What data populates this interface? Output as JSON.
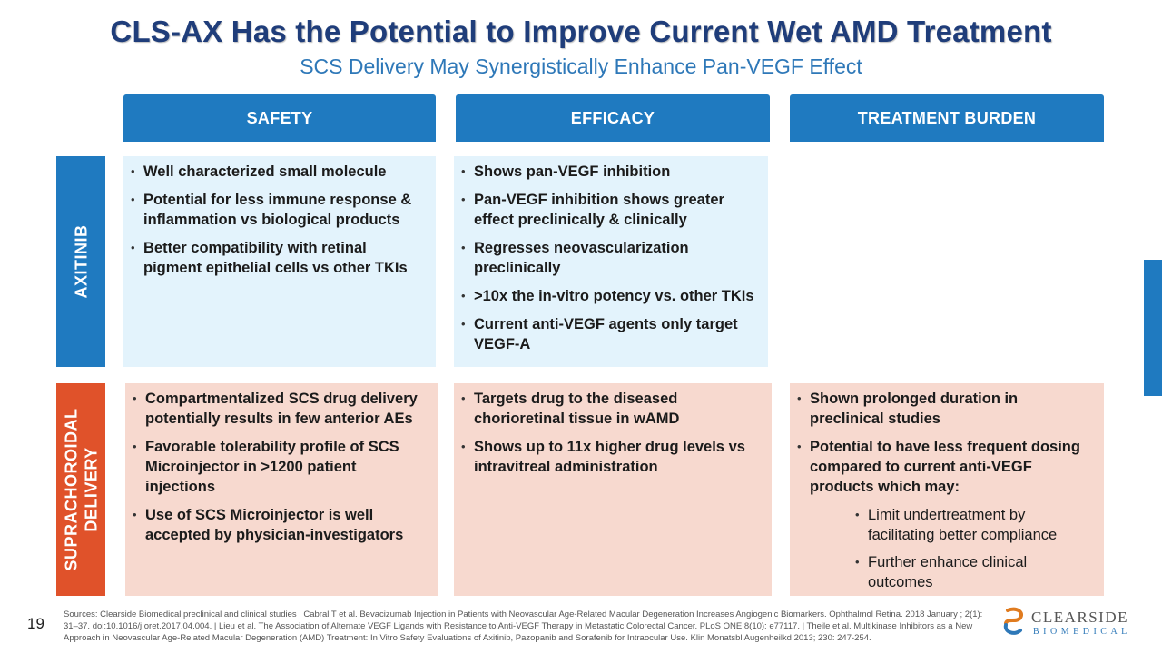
{
  "title": "CLS-AX Has the Potential to Improve Current Wet AMD Treatment",
  "subtitle": "SCS Delivery May Synergistically Enhance Pan-VEGF Effect",
  "columns": {
    "safety": "SAFETY",
    "efficacy": "EFFICACY",
    "burden": "TREATMENT BURDEN"
  },
  "rows": {
    "axitinib": "AXITINIB",
    "scs_line1": "SUPRACHOROIDAL",
    "scs_line2": "DELIVERY"
  },
  "axitinib": {
    "safety": [
      "Well characterized small molecule",
      "Potential for less immune response & inflammation vs biological products",
      "Better compatibility with retinal pigment epithelial cells vs other TKIs"
    ],
    "efficacy": [
      "Shows pan-VEGF inhibition",
      "Pan-VEGF inhibition shows greater effect preclinically & clinically",
      "Regresses neovascularization preclinically",
      ">10x the in-vitro potency vs. other TKIs",
      "Current anti-VEGF agents only target VEGF-A"
    ]
  },
  "scs": {
    "safety": [
      "Compartmentalized SCS drug delivery potentially results in few anterior AEs",
      "Favorable tolerability profile of SCS Microinjector in >1200 patient injections",
      "Use of SCS Microinjector is well accepted by physician-investigators"
    ],
    "efficacy": [
      "Targets drug to the diseased chorioretinal tissue in wAMD",
      "Shows up to 11x higher drug levels vs intravitreal administration"
    ],
    "burden": [
      "Shown prolonged duration in preclinical studies",
      "Potential to have less frequent dosing compared to current anti-VEGF products which may:"
    ],
    "burden_sub": [
      "Limit undertreatment by facilitating better compliance",
      "Further enhance clinical outcomes"
    ]
  },
  "page_number": "19",
  "sources": "Sources: Clearside Biomedical preclinical and clinical studies | Cabral T et al. Bevacizumab Injection in Patients with Neovascular Age-Related Macular Degeneration Increases Angiogenic Biomarkers. Ophthalmol Retina. 2018 January ; 2(1): 31–37. doi:10.1016/j.oret.2017.04.004. | Lieu et al. The Association of Alternate VEGF Ligands with Resistance to Anti-VEGF Therapy in Metastatic Colorectal Cancer. PLoS ONE 8(10): e77117. | Theile et al. Multikinase Inhibitors as a New Approach in Neovascular Age-Related Macular Degeneration (AMD) Treatment: In Vitro Safety Evaluations of Axitinib, Pazopanib and Sorafenib for Intraocular Use. Klin Monatsbl Augenheilkd 2013; 230: 247-254.",
  "logo": {
    "line1": "CLEARSIDE",
    "line2": "BIOMEDICAL"
  },
  "colors": {
    "header_blue": "#1f7ac0",
    "title_navy": "#1f3d7a",
    "row_orange": "#e0522a",
    "cell_blue": "#e3f3fc",
    "cell_peach": "#f7d9cf"
  }
}
